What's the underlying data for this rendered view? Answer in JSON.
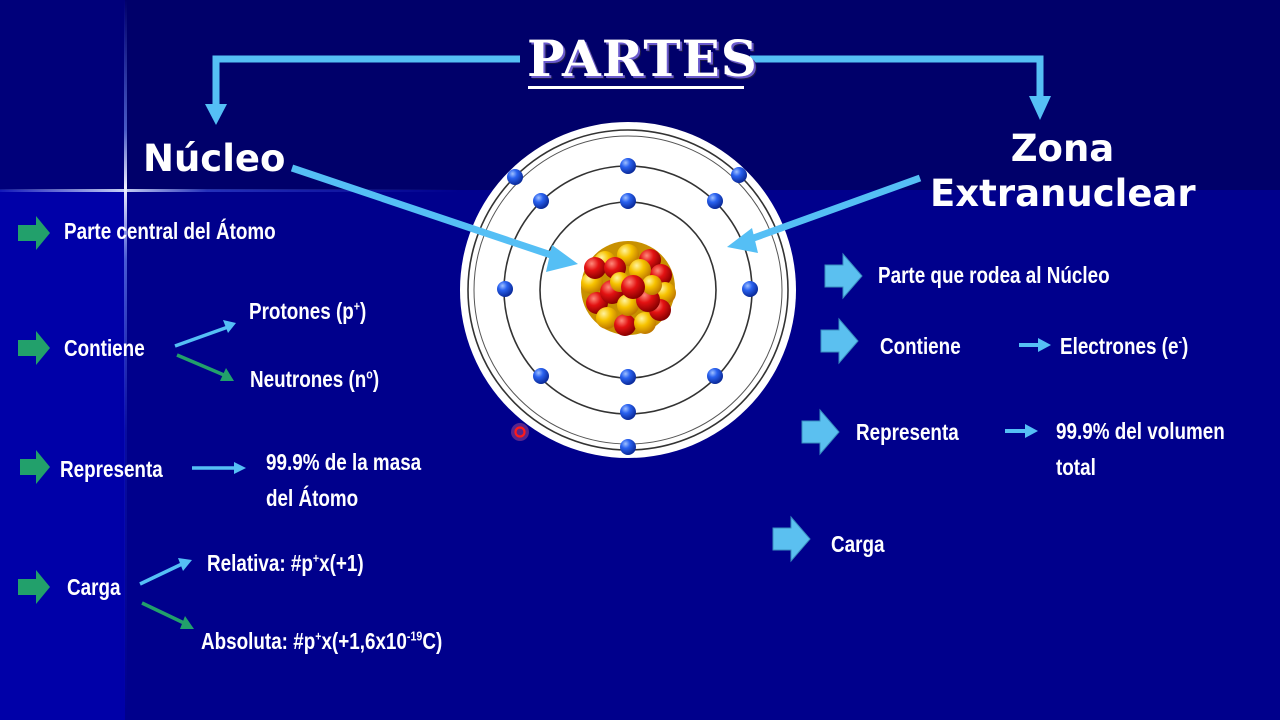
{
  "slide": {
    "title": "PARTES",
    "colors": {
      "background_top": "#00006a",
      "background_main": "#00008c",
      "background_left_strip": "#0000a8",
      "connector_blue": "#4fc3f7",
      "bullet_green": "#22a06b",
      "bullet_blue": "#5bc0f0",
      "text": "#ffffff",
      "nucleus_red": "#e01010",
      "nucleus_yellow": "#f5c400",
      "electron_blue": "#1e4fd8"
    }
  },
  "nucleo": {
    "heading": "Núcleo",
    "items": [
      {
        "label": "Parte central del Átomo"
      },
      {
        "label": "Contiene",
        "branches": [
          {
            "text": "Protones (p",
            "sup": "+",
            "tail": ")"
          },
          {
            "text": "Neutrones (n",
            "sup": "o",
            "tail": ")"
          }
        ]
      },
      {
        "label": "Representa",
        "result_line1": "99.9% de la masa",
        "result_line2": "del Átomo"
      },
      {
        "label": "Carga",
        "branches": [
          {
            "text": "Relativa:  #p",
            "sup": "+",
            "tail": "x(+1)"
          },
          {
            "text": "Absoluta: #p",
            "sup": "+",
            "tail": "x(+1,6x10",
            "sup2": "-19",
            "tail2": "C)"
          }
        ]
      }
    ]
  },
  "zona_extranuclear": {
    "heading_line1": "Zona",
    "heading_line2": "Extranuclear",
    "items": [
      {
        "label": "Parte que rodea al Núcleo"
      },
      {
        "label": "Contiene",
        "result": "Electrones (e",
        "sup": "-",
        "tail": ")"
      },
      {
        "label": "Representa",
        "result_line1": "99.9% del volumen",
        "result_line2": "total"
      },
      {
        "label": "Carga"
      }
    ]
  },
  "diagram": {
    "type": "bohr-atom-model",
    "orbits": 3,
    "electrons_visible": 14
  }
}
